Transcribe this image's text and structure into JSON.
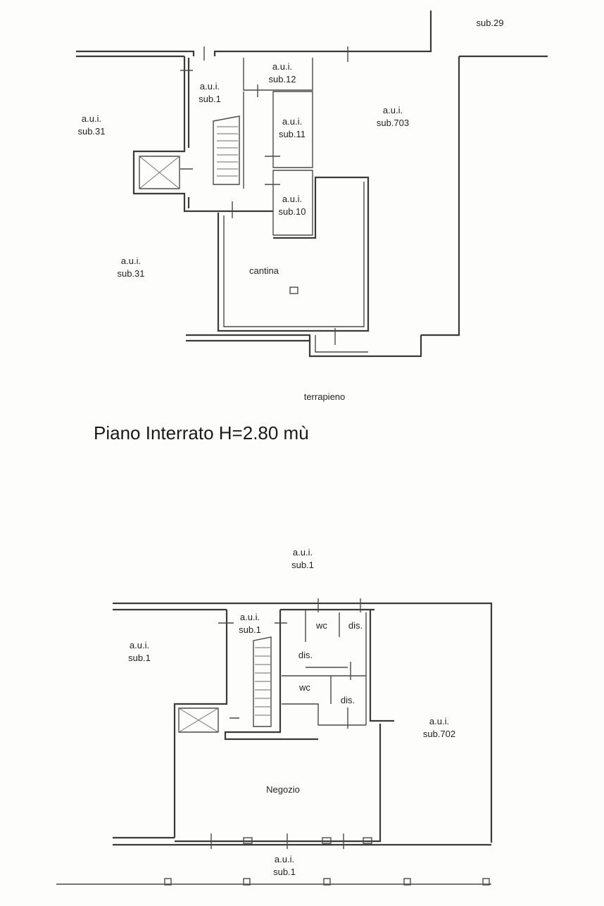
{
  "basement": {
    "title": "Piano Interrato  H=2.80 mù",
    "labels": {
      "sub29": "sub.29",
      "aui12": "a.u.i.",
      "sub12": "sub.12",
      "aui1": "a.u.i.",
      "sub1": "sub.1",
      "aui31a": "a.u.i.",
      "sub31a": "sub.31",
      "aui11": "a.u.i.",
      "sub11": "sub.11",
      "aui703": "a.u.i.",
      "sub703": "sub.703",
      "aui10": "a.u.i.",
      "sub10": "sub.10",
      "aui31b": "a.u.i.",
      "sub31b": "sub.31",
      "cantina": "cantina",
      "terrapieno": "terrapieno"
    }
  },
  "ground": {
    "labels": {
      "auiTop": "a.u.i.",
      "subTop": "sub.1",
      "auiStair": "a.u.i.",
      "subStair": "sub.1",
      "wc1": "wc",
      "dis1": "dis.",
      "auiLeft": "a.u.i.",
      "subLeft": "sub.1",
      "dis2": "dis.",
      "wc2": "wc",
      "dis3": "dis.",
      "aui702": "a.u.i.",
      "sub702": "sub.702",
      "negozio": "Negozio",
      "auiBottom": "a.u.i.",
      "subBottom": "sub.1"
    }
  }
}
